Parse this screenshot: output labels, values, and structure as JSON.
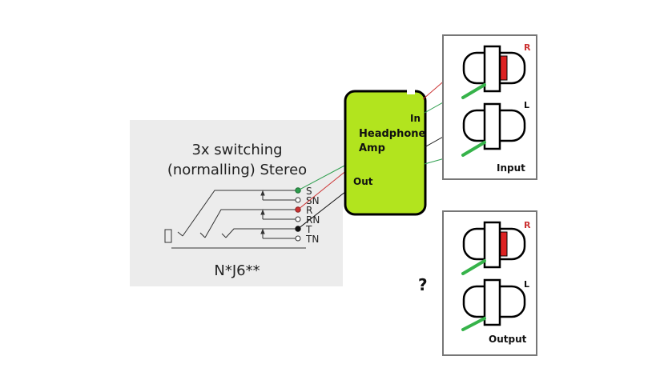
{
  "jack_panel": {
    "title_line1": "3x switching",
    "title_line2": "(normalling) Stereo",
    "part_number": "N*J6**",
    "pins": [
      "S",
      "SN",
      "R",
      "RN",
      "T",
      "TN"
    ]
  },
  "amp": {
    "line1": "Headphone",
    "line2": "Amp",
    "in_label": "In",
    "out_label": "Out",
    "fill_color": "#b2e41e"
  },
  "input_panel": {
    "right_label": "R",
    "left_label": "L",
    "caption": "Input"
  },
  "output_panel": {
    "right_label": "R",
    "left_label": "L",
    "caption": "Output"
  },
  "question_mark": "?",
  "colors": {
    "red_wire": "#cc3333",
    "green_wire": "#2e9e4e",
    "plug_red": "#dd2222",
    "plug_green": "#36b34a",
    "panel_gray": "#ececec"
  }
}
